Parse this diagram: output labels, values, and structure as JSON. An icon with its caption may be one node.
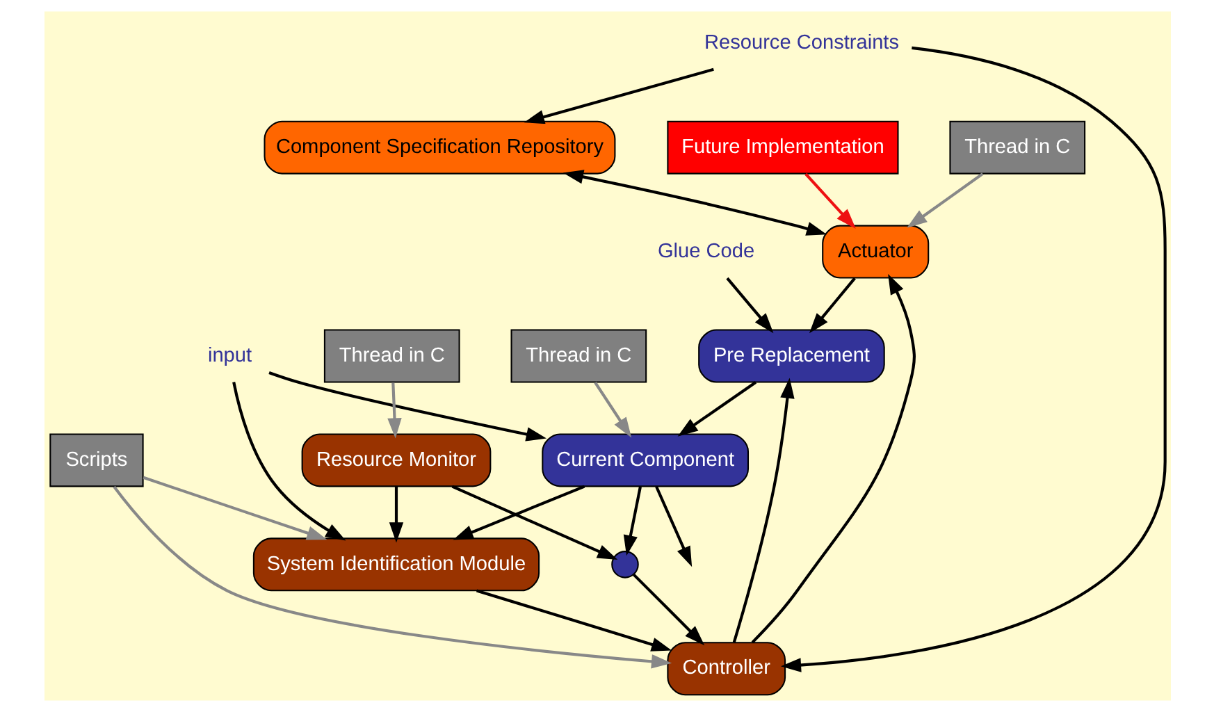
{
  "diagram": {
    "nodes": [
      {
        "text": [
          "Resource Constraints"
        ]
      },
      {
        "text": [
          "Component Specification Repository"
        ]
      },
      {
        "text": [
          "Future Implementation"
        ]
      },
      {
        "text": [
          "Scripts"
        ]
      },
      {
        "text": [
          "Thread in C"
        ]
      },
      {
        "text": [],
        "shape": "circle"
      },
      {
        "text": [
          "Controller"
        ]
      },
      {
        "text": [
          "Actuator"
        ]
      },
      {
        "text": [
          "Resource Monitor"
        ]
      },
      {
        "text": [
          "System Identification Module"
        ]
      },
      {
        "text": [
          "Pre Replacement"
        ]
      },
      {
        "text": [
          "Glue Code"
        ]
      },
      {
        "text": [
          "input"
        ]
      },
      {
        "text": [
          "Thread in C"
        ]
      },
      {
        "text": [
          "Thread in C"
        ]
      },
      {
        "text": [
          "Current Component"
        ]
      }
    ],
    "edges": [
      {
        "from": 0,
        "to": 1,
        "arrow": "to"
      },
      {
        "from": 0,
        "to": 6,
        "arrow": "to"
      },
      {
        "from": 1,
        "to": 7,
        "arrow": "both"
      },
      {
        "from": 2,
        "to": 7,
        "arrow": "to",
        "color": "#ee1111"
      },
      {
        "from": 3,
        "to": 6,
        "arrow": "to",
        "color": "#888888"
      },
      {
        "from": 3,
        "to": 9,
        "arrow": "to",
        "color": "#888888"
      },
      {
        "from": 4,
        "to": 7,
        "arrow": "to",
        "color": "#888888"
      },
      {
        "from": 5,
        "to": 6,
        "arrow": "to"
      },
      {
        "from": 6,
        "to": 7,
        "arrow": "to"
      },
      {
        "from": 6,
        "to": 10,
        "arrow": "to"
      },
      {
        "from": 7,
        "to": 10,
        "arrow": "to"
      },
      {
        "from": 9,
        "to": 6,
        "arrow": "to"
      },
      {
        "from": 8,
        "to": 5,
        "arrow": "to"
      },
      {
        "from": 8,
        "to": 9,
        "arrow": "to"
      },
      {
        "from": 13,
        "to": 8,
        "arrow": "to",
        "color": "#888888"
      },
      {
        "from": 11,
        "to": 10,
        "arrow": "to"
      },
      {
        "from": 12,
        "to": 9,
        "arrow": "to"
      },
      {
        "from": 12,
        "to": 15,
        "arrow": "to"
      },
      {
        "from": 14,
        "to": 15,
        "arrow": "to",
        "color": "#888888"
      },
      {
        "from": 10,
        "to": 15,
        "arrow": "to"
      },
      {
        "from": 15,
        "to": 9,
        "arrow": "to"
      },
      {
        "from": 15,
        "to": 5,
        "arrow": "to"
      },
      {
        "from": 15,
        "to": null,
        "arrow": "to"
      }
    ]
  }
}
